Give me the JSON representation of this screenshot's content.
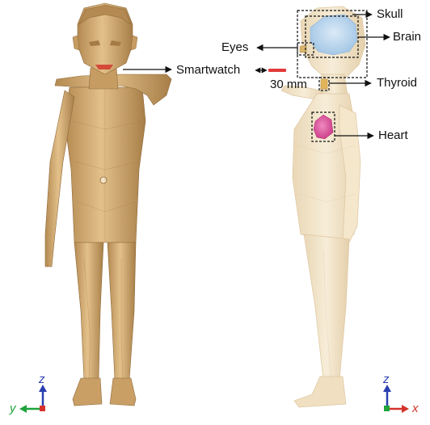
{
  "labels": {
    "skull": "Skull",
    "brain": "Brain",
    "eyes": "Eyes",
    "smartwatch": "Smartwatch",
    "distance": "30 mm",
    "thyroid": "Thyroid",
    "heart": "Heart"
  },
  "axes_front": {
    "vertical": "z",
    "horizontal": "y"
  },
  "axes_side": {
    "vertical": "z",
    "horizontal": "x"
  },
  "colors": {
    "body_front": "#d6b07a",
    "body_side": "#f1e2c4",
    "brain": "#b9d6ec",
    "heart": "#e05aa0",
    "smartwatch": "#e23a3a",
    "axis_z": "#2a3fb0",
    "axis_y": "#1fa33a",
    "axis_x": "#d4322c"
  }
}
